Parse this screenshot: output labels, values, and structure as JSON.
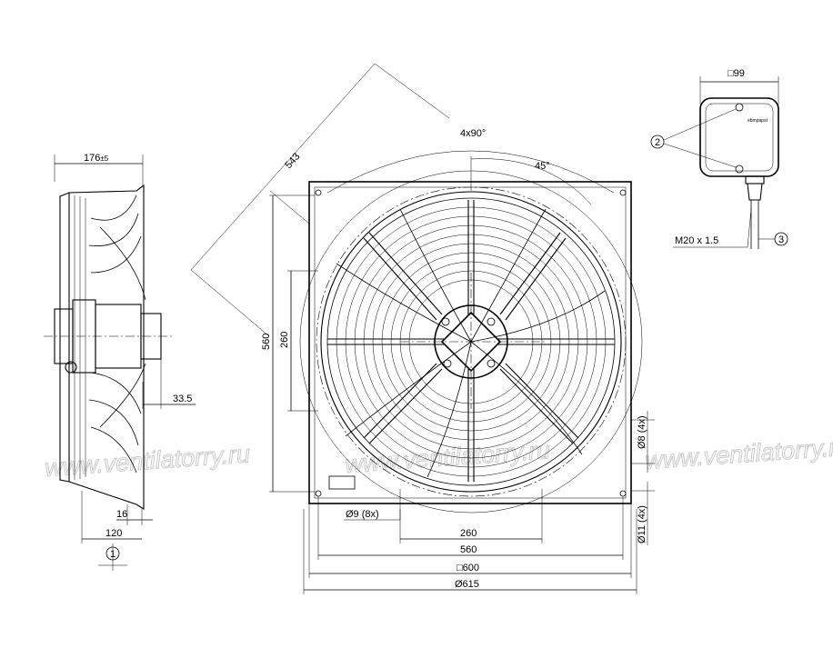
{
  "dimensions": {
    "side_depth": "176",
    "side_tolerance": "±5",
    "hub_offset": "33.5",
    "flange_thickness": "16",
    "depth_120": "120",
    "diagonal": "543",
    "height_560": "560",
    "hole_spacing_260": "260",
    "blade_pattern": "4x90°",
    "angle_45": "45°",
    "hole_dia_8": "Ø9 (8x)",
    "bottom_260": "260",
    "bottom_560": "560",
    "square_600": "□600",
    "dia_615": "Ø615",
    "right_hole_8": "Ø8 (4x)",
    "right_hole_11": "Ø11 (4x)",
    "box_size": "□99",
    "cable_gland": "M20 x 1.5"
  },
  "callouts": {
    "c1": "1",
    "c2": "2",
    "c3": "3"
  },
  "terminal_box": {
    "brand": "ebmpapst"
  },
  "watermark": "www.ventilatorry.ru"
}
